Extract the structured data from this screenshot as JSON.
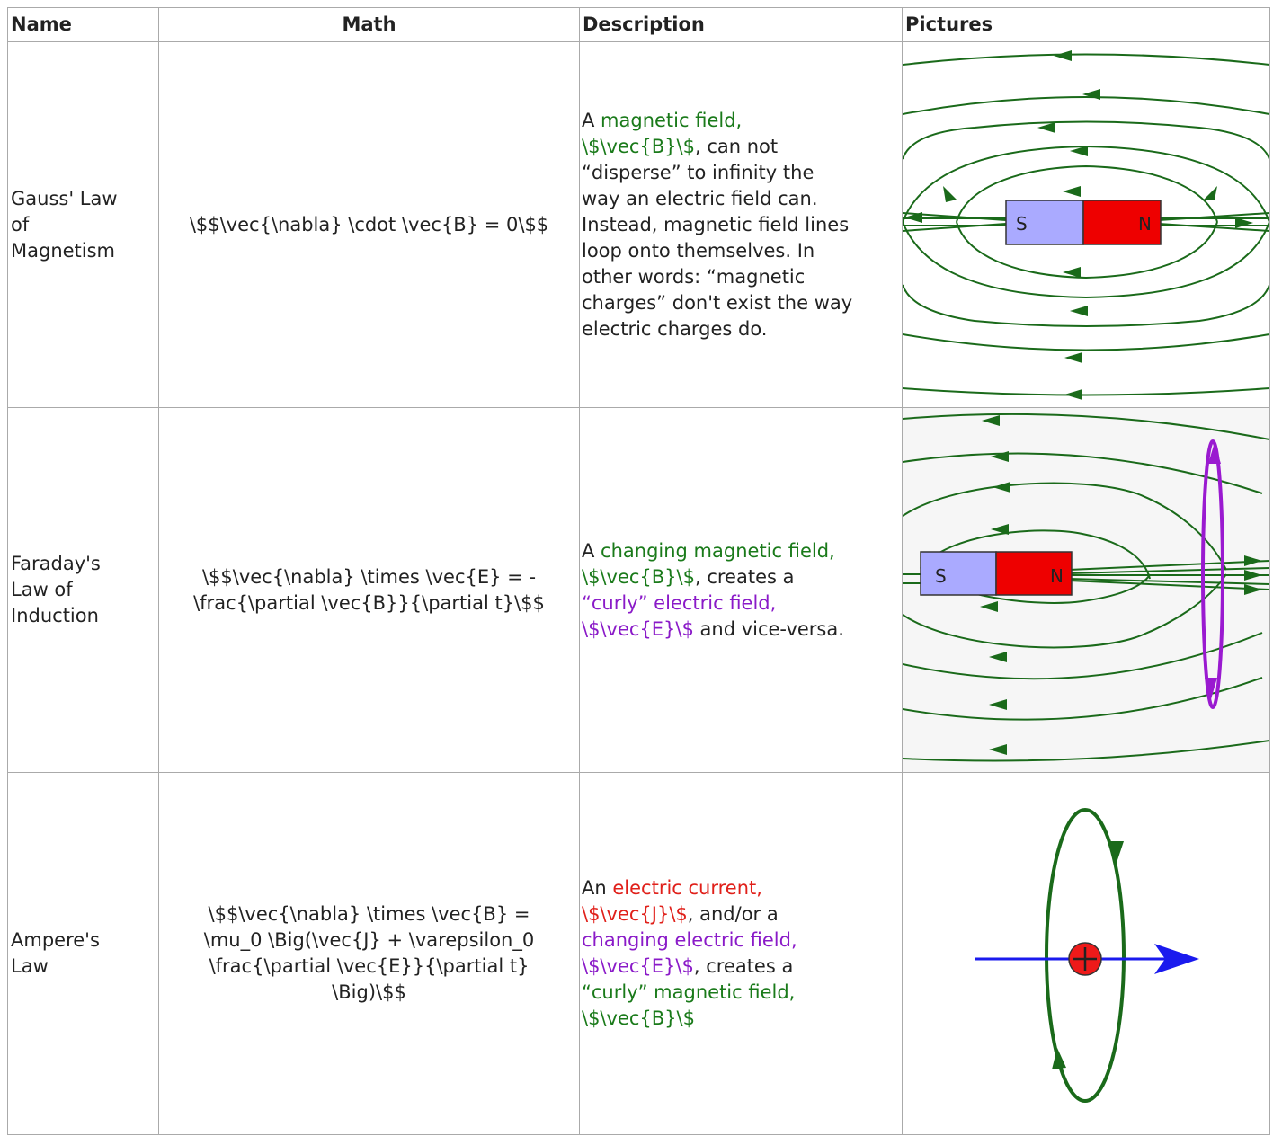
{
  "headers": [
    "Name",
    "Math",
    "Description",
    "Pictures"
  ],
  "rows": [
    {
      "name_lines": [
        "Gauss' Law",
        "of",
        "Magnetism"
      ],
      "math_lines": [
        "\\$$\\vec{\\nabla} \\cdot \\vec{B} = 0\\$$"
      ],
      "desc": {
        "l1a": "A ",
        "l1b": "magnetic field,",
        "l2a": "\\$\\vec{B}\\$",
        "l2b": ", can not",
        "l3": "“disperse” to infinity the",
        "l4": "way an electric field can.",
        "l5": "Instead, magnetic field lines",
        "l6": "loop onto themselves. In",
        "l7": "other words: “magnetic",
        "l8": "charges” don't exist the way",
        "l9": "electric charges do."
      },
      "picture": {
        "south_label": "S",
        "north_label": "N"
      }
    },
    {
      "name_lines": [
        "Faraday's",
        "Law of",
        "Induction"
      ],
      "math_lines": [
        "\\$$\\vec{\\nabla} \\times \\vec{E} = -",
        "\\frac{\\partial \\vec{B}}{\\partial t}\\$$"
      ],
      "desc": {
        "l1a": "A ",
        "l1b": "changing magnetic field,",
        "l2a": "\\$\\vec{B}\\$",
        "l2b": ", creates a",
        "l3": "“curly” electric field,",
        "l4a": "\\$\\vec{E}\\$",
        "l4b": " and vice-versa."
      },
      "picture": {
        "south_label": "S",
        "north_label": "N"
      }
    },
    {
      "name_lines": [
        "Ampere's",
        "Law"
      ],
      "math_lines": [
        "\\$$\\vec{\\nabla} \\times \\vec{B} =",
        "\\mu_0 \\Big(\\vec{J} + \\varepsilon_0",
        "\\frac{\\partial \\vec{E}}{\\partial t}",
        "\\Big)\\$$"
      ],
      "desc": {
        "l1a": "An ",
        "l1b": "electric current,",
        "l2a": "\\$\\vec{J}\\$",
        "l2b": ", and/or a",
        "l3": "changing electric field,",
        "l4a": "\\$\\vec{E}\\$",
        "l4b": ", creates a",
        "l5": "“curly” magnetic field,",
        "l6": "\\$\\vec{B}\\$"
      }
    }
  ],
  "colors": {
    "magnetic": "#1a7a1a",
    "electric_curly": "#8a1ac8",
    "current": "#e0201a",
    "magnet_south": "#aaaaff",
    "magnet_north": "#ee0000",
    "arrow_blue": "#1a1aee"
  }
}
